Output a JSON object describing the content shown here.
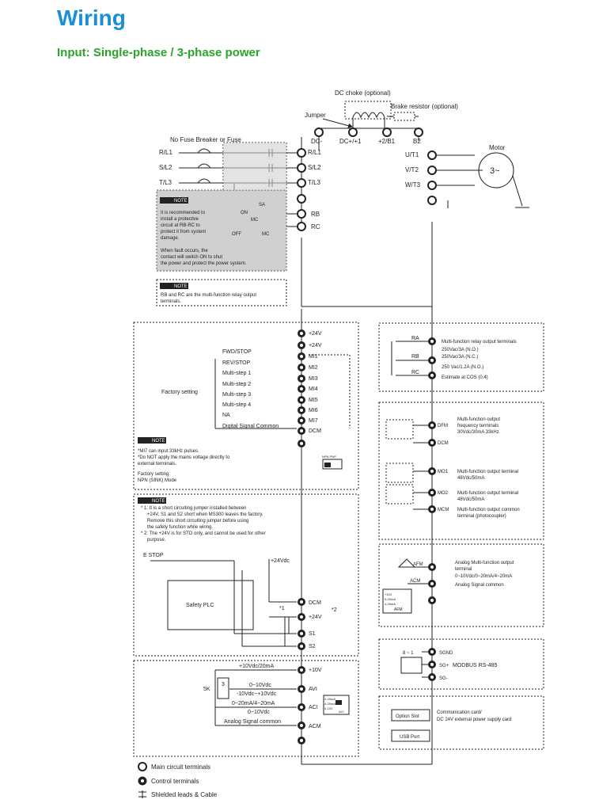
{
  "title": "Wiring",
  "subtitle": "Input: Single-phase / 3-phase power",
  "power": {
    "dc_choke": "DC choke (optional)",
    "brake_resistor": "Brake resistor (optional)",
    "jumper": "Jumper",
    "breaker": "No Fuse Breaker or Fuse",
    "lines": [
      "R/L1",
      "S/L2",
      "T/L3"
    ],
    "top_terminals": [
      "DC-",
      "DC+/+1",
      "+2/B1",
      "B2"
    ],
    "input_terminals": [
      "R/L1",
      "S/L2",
      "T/L3"
    ],
    "output_terminals": [
      "U/T1",
      "V/T2",
      "W/T3"
    ],
    "motor": "Motor",
    "motor_symbol": "3~",
    "relay_terminals": [
      "RB",
      "RC"
    ],
    "sa": "SA",
    "mc": "MC",
    "off": "OFF",
    "on": "ON"
  },
  "notes": {
    "note_tag": "NOTE",
    "relay_note_lines": [
      "It is recommended to",
      "install a protective",
      "circuit at RB-RC to",
      "protect it from system",
      "damage.",
      "When fault occurs, the",
      "contact will switch ON to shut",
      "the power and protect the power system."
    ],
    "rbrc_note_lines": [
      "RB and RC are the multi-function relay output",
      "terminals."
    ],
    "mi_note_lines": [
      "*MI7 can input 33kHz pulses.",
      "*Do NOT apply the mains voltage directly to",
      "external terminals.",
      "Factory setting:",
      "NPN (SINK) Mode"
    ],
    "sto_note_lines": [
      "* 1: It is a short circuiting jumper installed between",
      "+24V, S1 and S2 short when MS300 leaves the factory.",
      "Remove this short circuiting jumper before using",
      "the safety function while wiring.",
      "* 2: The +24V is for STO only, and cannot be used for other",
      "purpose."
    ]
  },
  "control": {
    "factory_setting": "Factory setting",
    "switch_labels": [
      "FWD/STOP",
      "REV/STOP",
      "Multi-step 1",
      "Multi-step 2",
      "Multi-step 3",
      "Multi-step 4",
      "NA",
      "Digital Signal Common"
    ],
    "terminals": [
      "+24V",
      "+24V",
      "MI1",
      "MI2",
      "MI3",
      "MI4",
      "MI5",
      "MI6",
      "MI7",
      "DCM"
    ],
    "npn_pnp": "NPN PNP"
  },
  "sto": {
    "estop": "E STOP",
    "plc": "Safety PLC",
    "v24": "+24Vdc",
    "terminals": [
      "DCM",
      "+24V",
      "S1",
      "S2"
    ],
    "mark1": "*1",
    "mark2": "*2"
  },
  "analog_in": {
    "labels": [
      "+10Vdc/20mA",
      "0~10Vdc",
      "-10Vdc~+10Vdc",
      "0~20mA/4~20mA",
      "0~10Vdc",
      "Analog Signal common"
    ],
    "pot": "5K",
    "pot_num": "3",
    "terminals": [
      "+10V",
      "AVI",
      "ACI",
      "ACM"
    ],
    "aci_switch": [
      "0-20mA",
      "4-20mA",
      "0-10V",
      "ACI"
    ]
  },
  "relay_out": {
    "labels": [
      "RA",
      "RB",
      "RC"
    ],
    "lines": [
      "Multi-function relay output terminals",
      "250Vac/3A (N.O.)",
      "250Vac/3A (N.C.)",
      "250 Vac/1.2A (N.O.)",
      "Estimate at COS (0.4)"
    ]
  },
  "dfm": {
    "terminals": [
      "DFM",
      "DCM"
    ],
    "lines": [
      "Multi-function output",
      "frequency terminals",
      "30Vdc/30mA 33kHz"
    ]
  },
  "mo": {
    "terminals": [
      "MO1",
      "MO2",
      "MCM"
    ],
    "mo1_lines": [
      "Multi-function output terminal",
      "48Vdc/50mA"
    ],
    "mo2_lines": [
      "Multi-function output terminal",
      "48Vdc/50mA"
    ],
    "mcm_lines": [
      "Multi-function output common",
      "terminal (photocoupler)"
    ]
  },
  "afm": {
    "terminals": [
      "AFM",
      "ACM"
    ],
    "lines": [
      "Analog Multi-function output",
      "terminal",
      "0~10Vdc/0~20mA/4~20mA",
      "Analog Signal common"
    ],
    "switch": [
      "+10V",
      "0-20mA",
      "4-20mA",
      "AFM"
    ]
  },
  "modbus": {
    "label": "8 ~ 1",
    "terminals": [
      "SGND",
      "SG+",
      "SG-"
    ],
    "protocol": "MODBUS RS-485"
  },
  "options": {
    "option_slot": "Option Slot",
    "usb_port": "USB Port",
    "lines": [
      "Communication card/",
      "DC 24V external power supply card"
    ]
  },
  "legend": {
    "items": [
      "Main circuit terminals",
      "Control terminals",
      "Shielded leads & Cable"
    ]
  },
  "colors": {
    "title": "#1b8fd6",
    "subtitle": "#2aa52a",
    "note_box": "#d0d0d0",
    "line": "#222222"
  }
}
